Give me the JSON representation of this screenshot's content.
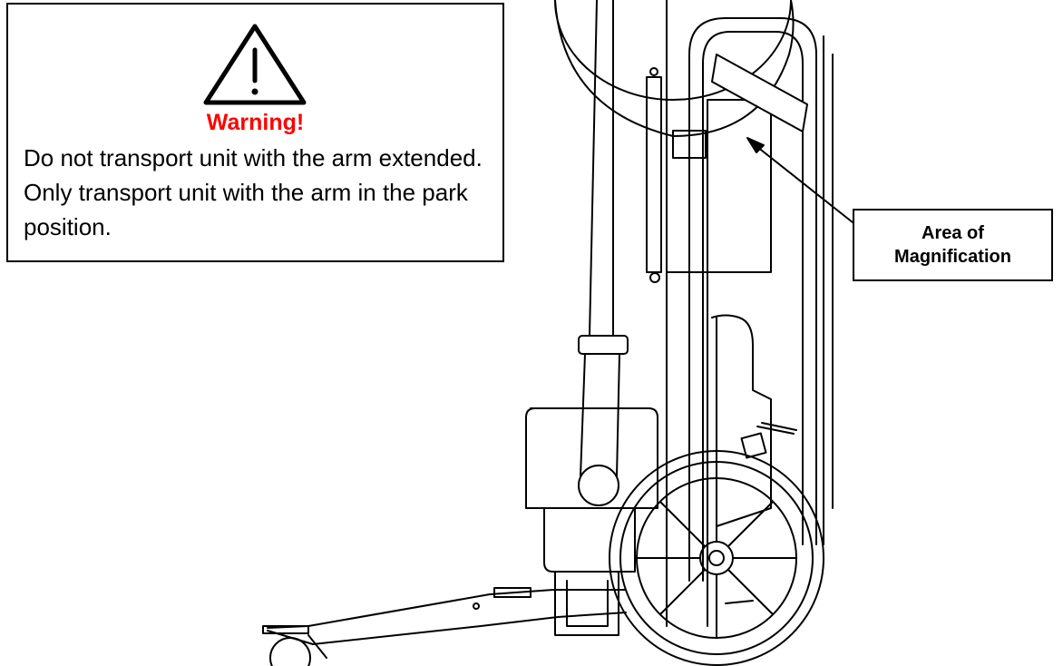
{
  "warning": {
    "icon": "warning-triangle-icon",
    "title": "Warning!",
    "title_color": "#ff0000",
    "text": "Do not transport unit with the arm extended.  Only transport unit with the arm in the park position."
  },
  "callout": {
    "label": "Area of\nMagnification"
  }
}
